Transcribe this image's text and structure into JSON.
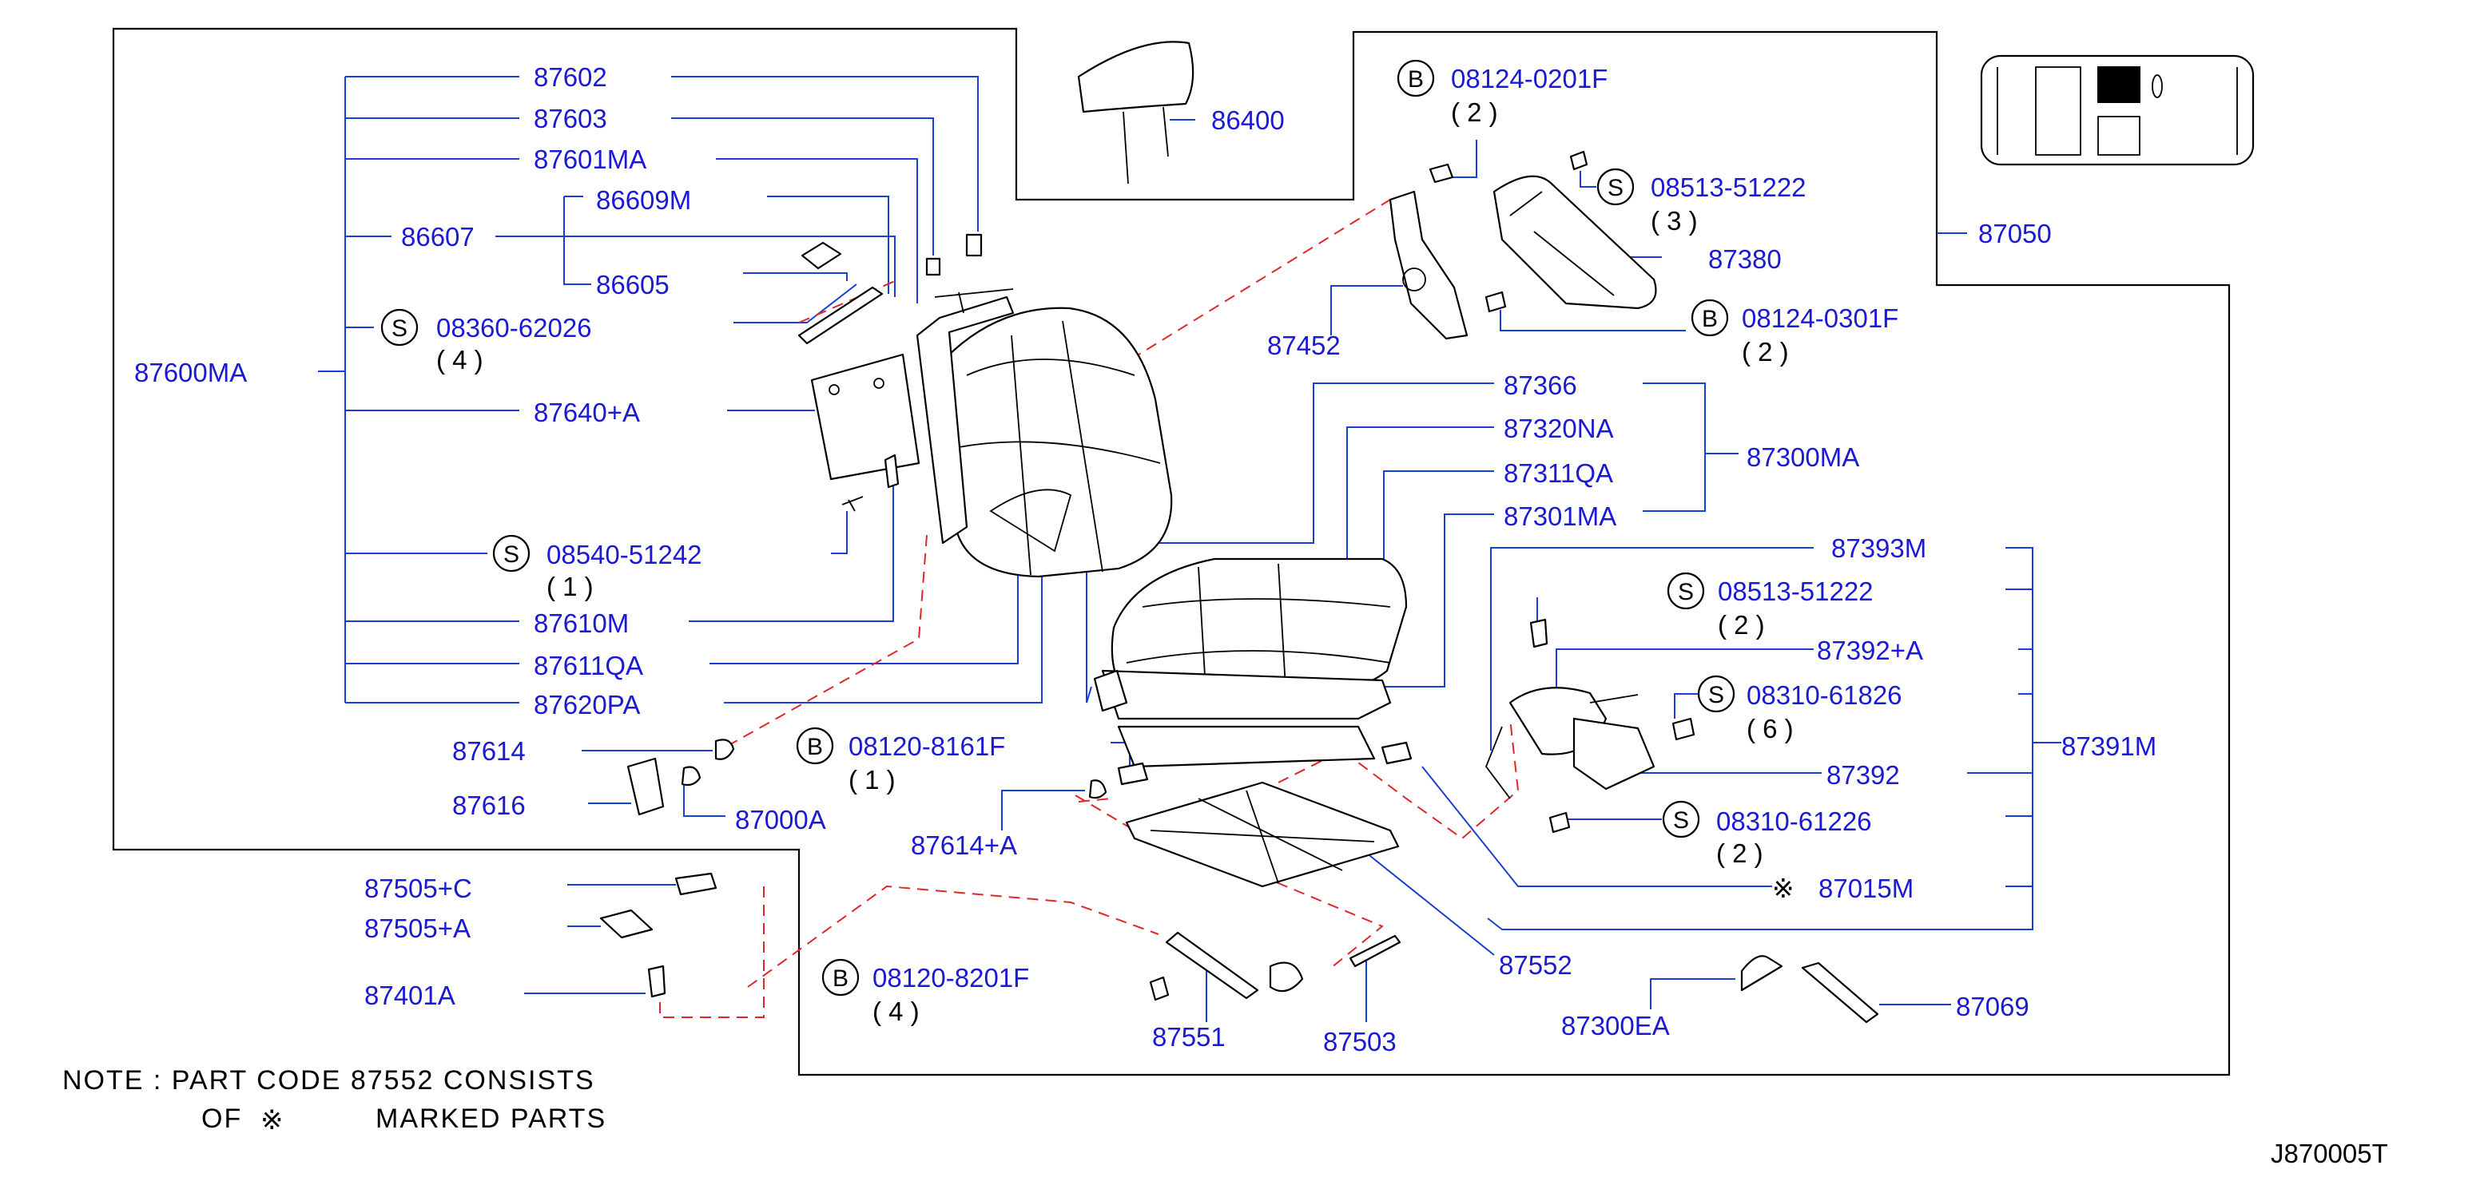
{
  "labels": {
    "p87602": "87602",
    "p87603": "87603",
    "p87601MA": "87601MA",
    "p86609M": "86609M",
    "p86607": "86607",
    "p86605": "86605",
    "p87600MA": "87600MA",
    "p08360": "08360-62026",
    "q08360": "( 4 )",
    "p87640A": "87640+A",
    "p08540": "08540-51242",
    "q08540": "( 1 )",
    "p87610M": "87610M",
    "p87611QA": "87611QA",
    "p87620PA": "87620PA",
    "p87614": "87614",
    "p87616": "87616",
    "p87000A": "87000A",
    "p08120_8161": "08120-8161F",
    "q08120_8161": "( 1 )",
    "p87614A": "87614+A",
    "p86400": "86400",
    "p08124_0201": "08124-0201F",
    "q08124_0201": "( 2 )",
    "p08513_top": "08513-51222",
    "q08513_top": "( 3 )",
    "p87380": "87380",
    "p87050": "87050",
    "p87452": "87452",
    "p08124_0301": "08124-0301F",
    "q08124_0301": "( 2 )",
    "p87366": "87366",
    "p87320NA": "87320NA",
    "p87311QA": "87311QA",
    "p87301MA": "87301MA",
    "p87300MA": "87300MA",
    "p87393M": "87393M",
    "p08513_mid": "08513-51222",
    "q08513_mid": "( 2 )",
    "p87392A": "87392+A",
    "p08310_61826": "08310-61826",
    "q08310_61826": "( 6 )",
    "p87391M": "87391M",
    "p87392": "87392",
    "p08310_61226": "08310-61226",
    "q08310_61226": "( 2 )",
    "p87015M": "87015M",
    "p87505C": "87505+C",
    "p87505A": "87505+A",
    "p87401A": "87401A",
    "p08120_8201": "08120-8201F",
    "q08120_8201": "( 4 )",
    "p87551": "87551",
    "p87503": "87503",
    "p87552": "87552",
    "p87300EA": "87300EA",
    "p87069": "87069"
  },
  "symbols": {
    "bolt": "B",
    "screw": "S",
    "mark": "※"
  },
  "note": {
    "line1": "NOTE : PART CODE 87552 CONSISTS",
    "line2_prefix": "OF",
    "line2_mark": "※",
    "line2_suffix": "MARKED PARTS"
  },
  "diagram_code": "J870005T",
  "colors": {
    "part_number": "#1a1ad6",
    "leader": "#1a3fd6",
    "dashed": "#e0262b",
    "outline": "#000000"
  }
}
